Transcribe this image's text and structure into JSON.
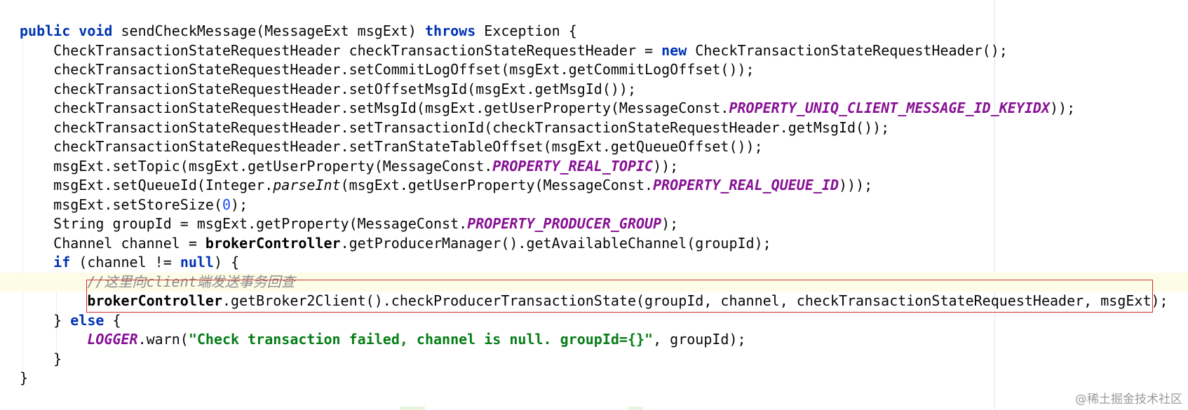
{
  "code_lines": [
    [
      [
        "public",
        "kw"
      ],
      [
        " ",
        ""
      ],
      [
        "void",
        "kw"
      ],
      [
        " sendCheckMessage(MessageExt msgExt) ",
        ""
      ],
      [
        "throws",
        "kw"
      ],
      [
        " Exception {",
        ""
      ]
    ],
    [
      [
        "    CheckTransactionStateRequestHeader checkTransactionStateRequestHeader = ",
        ""
      ],
      [
        "new",
        "kw"
      ],
      [
        " CheckTransactionStateRequestHeader();",
        ""
      ]
    ],
    [
      [
        "    checkTransactionStateRequestHeader.setCommitLogOffset(msgExt.getCommitLogOffset());",
        ""
      ]
    ],
    [
      [
        "    checkTransactionStateRequestHeader.setOffsetMsgId(msgExt.getMsgId());",
        ""
      ]
    ],
    [
      [
        "    checkTransactionStateRequestHeader.setMsgId(msgExt.getUserProperty(MessageConst.",
        ""
      ],
      [
        "PROPERTY_UNIQ_CLIENT_MESSAGE_ID_KEYIDX",
        "fld"
      ],
      [
        "));",
        ""
      ]
    ],
    [
      [
        "    checkTransactionStateRequestHeader.setTransactionId(checkTransactionStateRequestHeader.getMsgId());",
        ""
      ]
    ],
    [
      [
        "    checkTransactionStateRequestHeader.setTranStateTableOffset(msgExt.getQueueOffset());",
        ""
      ]
    ],
    [
      [
        "    msgExt.setTopic(msgExt.getUserProperty(MessageConst.",
        ""
      ],
      [
        "PROPERTY_REAL_TOPIC",
        "fld"
      ],
      [
        "));",
        ""
      ]
    ],
    [
      [
        "    msgExt.setQueueId(Integer.",
        ""
      ],
      [
        "parseInt",
        "ital"
      ],
      [
        "(msgExt.getUserProperty(MessageConst.",
        ""
      ],
      [
        "PROPERTY_REAL_QUEUE_ID",
        "fld"
      ],
      [
        ")));",
        ""
      ]
    ],
    [
      [
        "    msgExt.setStoreSize(",
        ""
      ],
      [
        "0",
        "num"
      ],
      [
        ");",
        ""
      ]
    ],
    [
      [
        "    String groupId = msgExt.getProperty(MessageConst.",
        ""
      ],
      [
        "PROPERTY_PRODUCER_GROUP",
        "fld"
      ],
      [
        ");",
        ""
      ]
    ],
    [
      [
        "    Channel channel = ",
        ""
      ],
      [
        "brokerController",
        "ctrl"
      ],
      [
        ".getProducerManager().getAvailableChannel(groupId);",
        ""
      ]
    ],
    [
      [
        "    ",
        ""
      ],
      [
        "if",
        "kw"
      ],
      [
        " (channel != ",
        ""
      ],
      [
        "null",
        "kw"
      ],
      [
        ") {",
        ""
      ]
    ],
    [
      [
        "        ",
        ""
      ],
      [
        "//这里向client端发送事务回查",
        "cmt"
      ]
    ],
    [
      [
        "        ",
        ""
      ],
      [
        "brokerController",
        "ctrl"
      ],
      [
        ".getBroker2Client().checkProducerTransactionState(groupId, channel, checkTransactionStateRequestHeader, msgExt);",
        ""
      ]
    ],
    [
      [
        "    } ",
        ""
      ],
      [
        "else",
        "kw"
      ],
      [
        " {",
        ""
      ]
    ],
    [
      [
        "        ",
        ""
      ],
      [
        "LOGGER",
        "fld"
      ],
      [
        ".warn(",
        ""
      ],
      [
        "\"Check transaction failed, channel is null. groupId={}\"",
        "str"
      ],
      [
        ", groupId);",
        ""
      ]
    ],
    [
      [
        "    }",
        ""
      ]
    ],
    [
      [
        "}",
        ""
      ]
    ]
  ],
  "current_line_index": 13,
  "watermark": "@稀土掘金技术社区",
  "colors": {
    "keyword": "#0033b3",
    "static_field": "#871094",
    "string": "#067d17",
    "number": "#1750eb",
    "comment": "#8c8c8c",
    "highlight_box": "#d12b2b",
    "current_line": "#fdfce7"
  }
}
